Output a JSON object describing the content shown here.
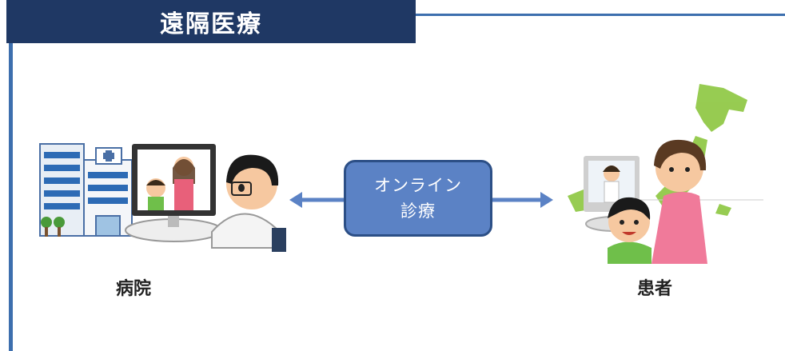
{
  "header": {
    "title": "遠隔医療"
  },
  "diagram": {
    "center_line1": "オンライン",
    "center_line2": "診療",
    "left_label": "病院",
    "right_label": "患者"
  },
  "colors": {
    "title_bg": "#1f3864",
    "rule": "#3d6fae",
    "box_fill": "#5b82c5",
    "box_border": "#2c4f86",
    "arrow": "#5b82c5"
  },
  "icons": [
    "hospital-icon",
    "monitor-icon",
    "doctor-icon",
    "japan-map-icon",
    "patient-icon"
  ]
}
